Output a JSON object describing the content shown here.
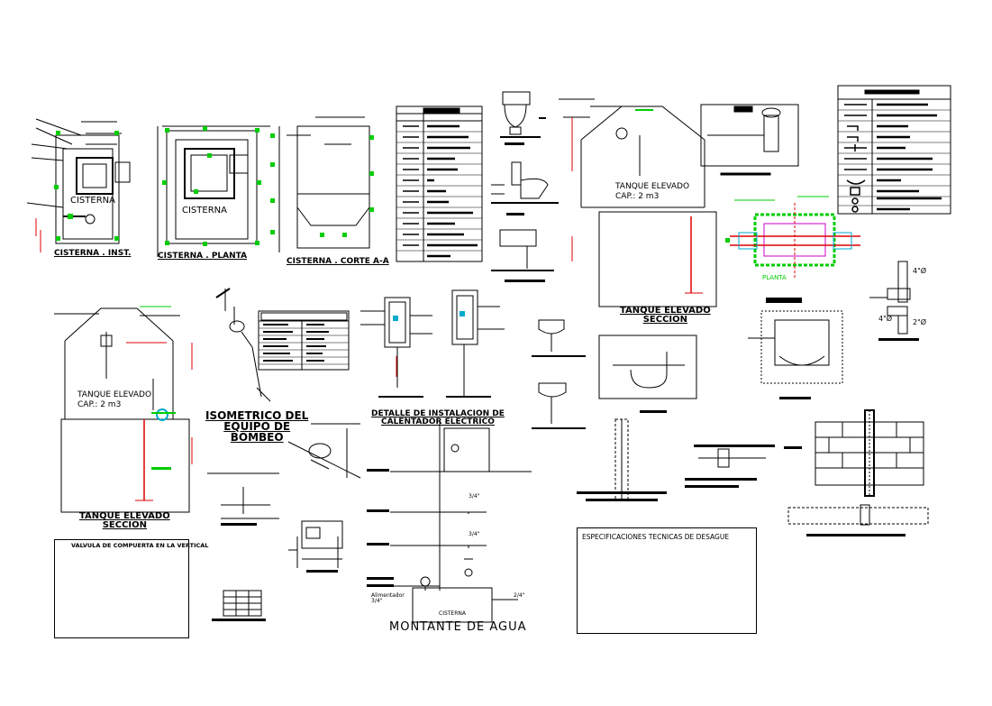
{
  "cisterna": {
    "inst_title": "CISTERNA . INST.",
    "planta_title": "CISTERNA . PLANTA",
    "corte_title": "CISTERNA . CORTE A-A",
    "label": "CISTERNA"
  },
  "tanque": {
    "label": "TANQUE ELEVADO",
    "capacity": "CAP.: 2 m3",
    "seccion_title": "TANQUE ELEVADO\nSECCION"
  },
  "isometrico": {
    "title": "ISOMETRICO DEL\nEQUIPO DE\nBOMBEO"
  },
  "calentador": {
    "title": "DETALLE DE INSTALACION DE\nCALENTADOR ELECTRICO"
  },
  "montante": {
    "title": "MONTANTE DE AGUA",
    "cisterna_box": "CISTERNA",
    "alimentador": "Alimentador\n3/4\"",
    "diam_a": "3/4\"",
    "diam_b": "2/4\""
  },
  "tees": {
    "d1": "4\"Ø",
    "d2": "4\"Ø",
    "d3": "2\"Ø"
  },
  "detail_planta": {
    "label": "PLANTA"
  },
  "valvula_box": {
    "title": "VALVULA DE COMPUERTA EN LA VERTICAL"
  },
  "especificaciones": {
    "title": "ESPECIFICACIONES TECNICAS DE DESAGUE"
  },
  "colors": {
    "ink": "#000000",
    "green": "#00cc00",
    "red": "#dd0000",
    "magenta": "#cc00cc",
    "cyan": "#00aacc"
  }
}
